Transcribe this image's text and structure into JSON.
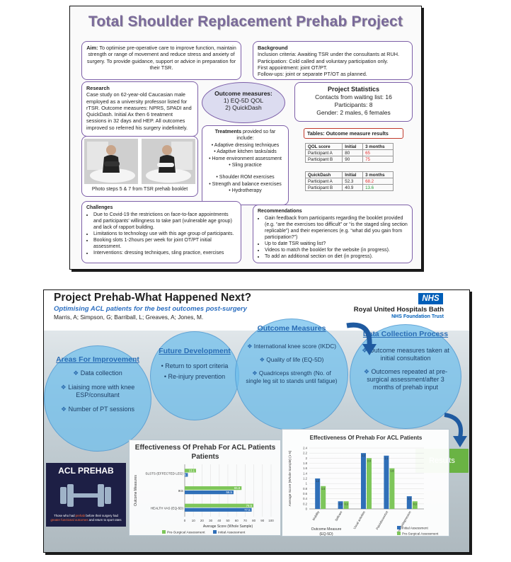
{
  "poster1": {
    "title": "Total Shoulder Replacement Prehab Project",
    "aim": {
      "heading": "Aim:",
      "text": "To optimise pre-operative care to improve function, maintain strength or range of movement and reduce stress and anxiety of surgery. To provide guidance, support or advice in preparation for their TSR."
    },
    "background": {
      "heading": "Background",
      "lines": [
        "Inclusion criteria: Awaiting TSR under the consultants at RUH.",
        "Participation: Cold called and voluntary participation only.",
        "First appointment: joint OT/PT.",
        "Follow-ups: joint or separate PT/OT as planned."
      ]
    },
    "research": {
      "heading": "Research",
      "text": "Case study on 62-year-old Caucasian male employed as a university professor listed for rTSR. Outcome measures: NPRS, SPADI and QuickDash. Initial Ax then 6 treatment sessions in 32 days and HEP. All outcomes improved so referred his surgery indefinitely."
    },
    "outcome_measures": {
      "heading": "Outcome measures:",
      "items": [
        "1)    EQ-5D QOL",
        "2)    QuickDash"
      ]
    },
    "project_statistics": {
      "heading": "Project Statistics",
      "lines": [
        "Contacts from waiting list: 16",
        "Participants: 8",
        "Gender: 2 males, 6 females"
      ]
    },
    "photo_caption": "Photo steps 5 & 7  from TSR prehab booklet",
    "treatments": {
      "heading_bold": "Treatments",
      "heading_rest": " provided so far include:",
      "items": [
        "Adaptive dressing techniques",
        "Adaptive kitchen tasks/aids",
        "Home environment assessment",
        "Sling practice",
        "",
        "Shoulder ROM exercises",
        "Strength and balance exercises",
        "Hydrotherapy"
      ]
    },
    "tables": {
      "heading": "Tables: Outcome measure results",
      "qol": {
        "header": [
          "QOL score",
          "Initial",
          "3 months"
        ],
        "rows": [
          [
            "Participant A",
            "80",
            "65"
          ],
          [
            "Participant B",
            "90",
            "75"
          ]
        ]
      },
      "quickdash": {
        "header": [
          "QuickDash",
          "Initial",
          "3 months"
        ],
        "rows": [
          [
            "Participant A",
            "52.3",
            "68.2"
          ],
          [
            "Participant B",
            "40.9",
            "13.6"
          ]
        ]
      },
      "colors": {
        "worse": "#e03030",
        "better": "#2a9d3a"
      }
    },
    "challenges": {
      "heading": "Challenges",
      "items": [
        "Due to Covid-19 the restrictions on face-to-face appointments and participants' willingness to take part (vulnerable age group) and lack of rapport building.",
        "Limitations to technology use with this age group of participants.",
        "Booking slots 1-2hours per week for joint OT/PT initial assessment.",
        "Interventions: dressing techniques, sling practice, exercises"
      ]
    },
    "recommendations": {
      "heading": "Recommendations",
      "items": [
        "Gain feedback from participants regarding the booklet provided (e.g. “are the exercises too difficult” or “is the staged sling section replicable”) and their experiences (e.g. “what did you gain from participation?”)",
        "Up to date TSR waiting list?",
        "Videos to match the booklet for the website (in progress).",
        "To add an additional section on diet (in progress)."
      ]
    }
  },
  "poster2": {
    "title": "Project Prehab-What Happened Next?",
    "subtitle": "Optimising ACL patients  for the best outcomes  post-surgery",
    "authors": "Marris, A; Simpson, G; Barriball, L; Greaves, A; Jones, M.",
    "nhs_logo": "NHS",
    "hospital": "Royal United Hospitals Bath",
    "trust": "NHS Foundation Trust",
    "areas": {
      "heading": "Areas For Improvement",
      "items": [
        "Data collection",
        "Liaising more with knee ESP/consultant",
        "Number of PT sessions"
      ]
    },
    "future": {
      "heading": "Future Development",
      "items": [
        "Return to sport criteria",
        "Re-injury prevention"
      ]
    },
    "outcome": {
      "heading": "Outcome Measures",
      "items": [
        "International knee score (IKDC)",
        "Quality of life (EQ-5D)",
        "Quadriceps strength (No. of single leg sit to stands until fatigue)"
      ]
    },
    "collection": {
      "heading": "Data Collection Process",
      "items": [
        "Outcome measures taken at initial consultation",
        "Outcomes repeated at pre-surgical assessment/after 3 months of prehab input"
      ]
    },
    "results_label": "Results",
    "acl": {
      "title": "ACL PREHAB",
      "caption_a": "Those who had ",
      "caption_b": "prehab",
      "caption_c": " before their surgery had ",
      "caption_d": "greater functional outcomes",
      "caption_e": " and return to sport rates"
    },
    "chart_left_title": "Effectiveness Of Prehab For ACL Patients",
    "chart_right_title": "Effectiveness Of Prehab For ACL Patients"
  },
  "chart_data": [
    {
      "type": "bar",
      "orientation": "horizontal",
      "title": "Effectiveness Of Prehab For ACL Patients",
      "categories": [
        "SLSTS (EFFECTED LEG)",
        "IKS",
        "HEALTH VAS (EQ-5D)"
      ],
      "xlabel": "Average Score (Whole Sample)",
      "ylabel": "Outcome Measures",
      "xlim": [
        0,
        100
      ],
      "xticks": [
        "0",
        "10",
        "20",
        "30",
        "40",
        "50",
        "60",
        "70",
        "80",
        "90",
        "100"
      ],
      "series": [
        {
          "name": "Pre-Surgical Assessment",
          "values": [
            13.1,
            65.8,
            79.5
          ],
          "labels": [
            "13.1",
            "65.8",
            "79.5"
          ],
          "color": "#7ec65a"
        },
        {
          "name": "Initial Assessment",
          "values": [
            3.6,
            56.5,
            77.5
          ],
          "labels": [
            "3.6",
            "56.5",
            "77.5"
          ],
          "color": "#2f6fb8"
        }
      ],
      "legend": "bottom"
    },
    {
      "type": "bar",
      "title": "Effectiveness Of Prehab For ACL Patients",
      "categories": [
        "Mobility",
        "Selfcare",
        "Usual activities",
        "Pain/discomfort",
        "Anxiety/depression"
      ],
      "xlabel": "Outcome Measure (EQ-5D)",
      "ylabel": "Average Score (Whole Sample) (1-5)",
      "ylim": [
        0,
        2.4
      ],
      "yticks": [
        "0",
        "0.2",
        "0.4",
        "0.6",
        "0.8",
        "1",
        "1.2",
        "1.4",
        "1.6",
        "1.8",
        "2",
        "2.2",
        "2.4"
      ],
      "series": [
        {
          "name": "Initial Assessment",
          "values": [
            1.2,
            0.3,
            2.2,
            2.1,
            0.5
          ],
          "labels": [
            "1.2",
            "0.3",
            "2.2",
            "2.1",
            "0.5"
          ],
          "color": "#2f6fb8"
        },
        {
          "name": "Pre-Surgical Assessment",
          "values": [
            0.9,
            0.3,
            2.0,
            1.6,
            0.3
          ],
          "labels": [
            "0.9",
            "0.3",
            "2.0",
            "1.6",
            "0.3"
          ],
          "color": "#7ec65a"
        }
      ],
      "legend": "bottom-right"
    }
  ]
}
